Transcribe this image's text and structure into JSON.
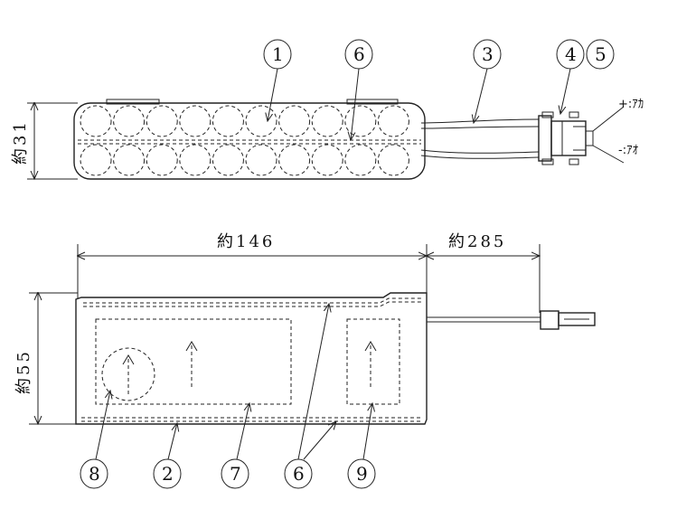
{
  "dimensions": {
    "top_height": "約31",
    "length": "約146",
    "lead_length": "約285",
    "bottom_height": "約55"
  },
  "top_callouts": [
    "1",
    "6",
    "3",
    "4",
    "5"
  ],
  "bottom_callouts": [
    "8",
    "2",
    "7",
    "6",
    "9"
  ],
  "terminals": {
    "plus": "+:ｱｶ",
    "minus": "-:ｱｵ"
  }
}
